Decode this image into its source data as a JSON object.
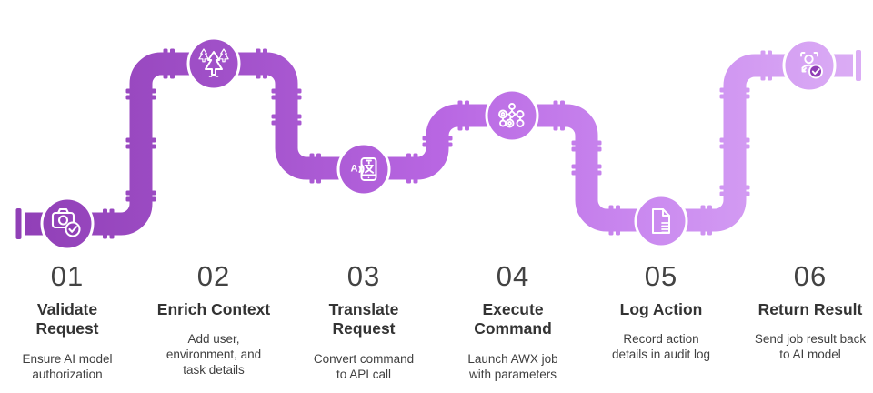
{
  "diagram": {
    "name": "AI automation pipeline flow",
    "steps": [
      {
        "number": "01",
        "title": "Validate\nRequest",
        "description": "Ensure AI model\nauthorization",
        "icon": "camera-check-icon"
      },
      {
        "number": "02",
        "title": "Enrich Context",
        "description": "Add user,\nenvironment, and\ntask details",
        "icon": "pine-trees-icon"
      },
      {
        "number": "03",
        "title": "Translate\nRequest",
        "description": "Convert command\nto API call",
        "icon": "translate-icon"
      },
      {
        "number": "04",
        "title": "Execute\nCommand",
        "description": "Launch AWX job\nwith parameters",
        "icon": "network-graph-icon"
      },
      {
        "number": "05",
        "title": "Log Action",
        "description": "Record action\ndetails in audit log",
        "icon": "document-icon"
      },
      {
        "number": "06",
        "title": "Return Result",
        "description": "Send job result back\nto AI model",
        "icon": "user-check-icon"
      }
    ],
    "icon_labels": {
      "translate_letter": "A"
    }
  },
  "colors": {
    "gradient_start": "#8f3eb5",
    "gradient_q1": "#a050c8",
    "gradient_mid": "#b866e2",
    "gradient_q3": "#cb8bf0",
    "gradient_end": "#dcaff5",
    "icon_stroke": "#ffffff",
    "number_text": "#434343",
    "title_text": "#333333",
    "description_text": "#3f3f3f",
    "background": "#ffffff"
  }
}
